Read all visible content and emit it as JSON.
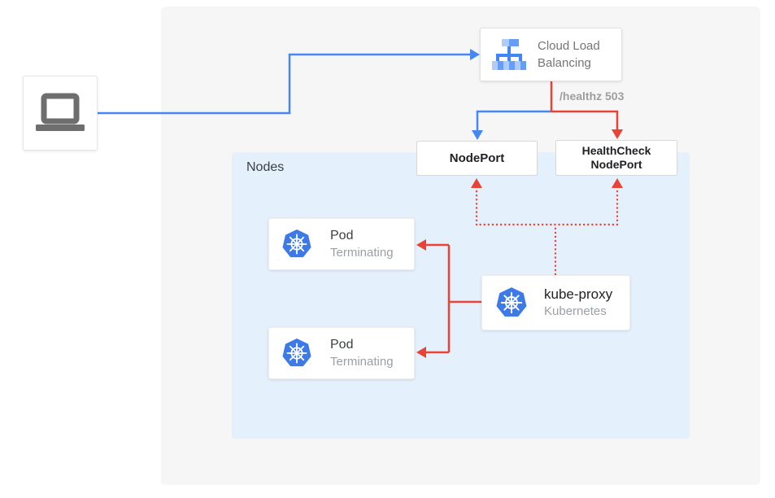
{
  "colors": {
    "traffic_blue": "#4687F1",
    "health_red": "#E94335",
    "outer_panel_gray": "#F6F6F6",
    "nodes_panel_blue": "#E4F0FC",
    "kubernetes_blue": "#3E79E8",
    "clb_icon_light": "#AECBFA",
    "clb_icon_medium": "#669DF6",
    "clb_icon_dark": "#4285F4",
    "laptop_gray": "#6E6E6E"
  },
  "icons": {
    "client": "laptop-icon",
    "load_balancer": "cloud-load-balancing-icon",
    "pod": "kubernetes-icon",
    "kube_proxy": "kubernetes-icon"
  },
  "nodes_panel": {
    "label": "Nodes"
  },
  "cloud_load_balancing": {
    "line1": "Cloud Load",
    "line2": "Balancing"
  },
  "healthz": {
    "label": "/healthz 503"
  },
  "nodeport": {
    "label": "NodePort"
  },
  "healthcheck_nodeport": {
    "line1": "HealthCheck",
    "line2": "NodePort"
  },
  "pods": [
    {
      "title": "Pod",
      "status": "Terminating"
    },
    {
      "title": "Pod",
      "status": "Terminating"
    }
  ],
  "kube_proxy": {
    "title": "kube-proxy",
    "subtitle": "Kubernetes"
  }
}
